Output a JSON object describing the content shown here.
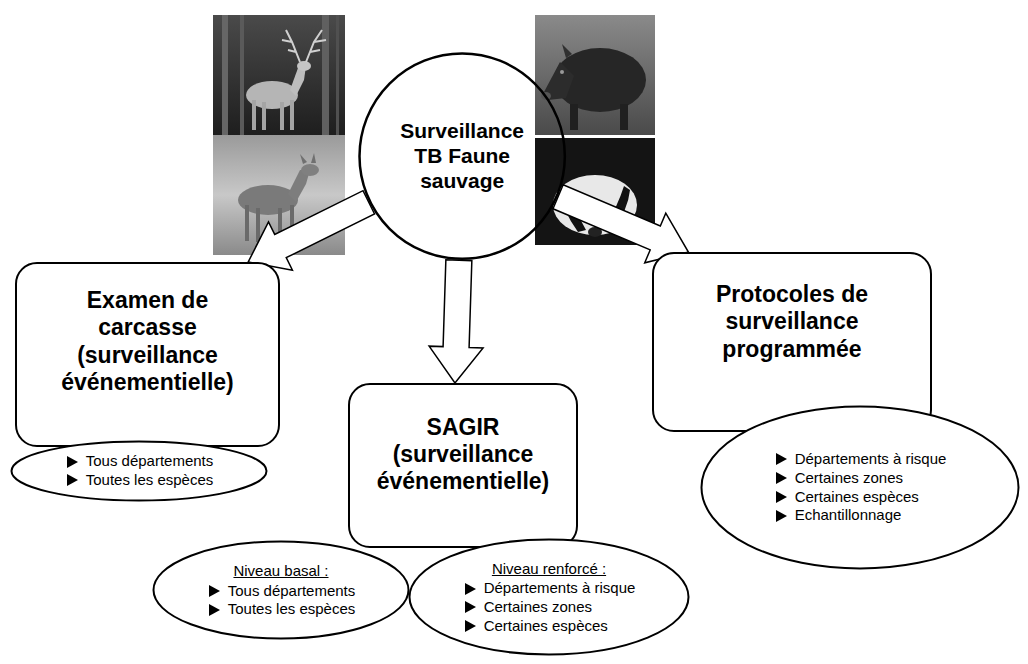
{
  "diagram": {
    "nodes": [
      {
        "text": [
          "Surveillance TB Faune sauvage"
        ]
      },
      {
        "text": [
          "Examen de carcasse (surveillance événementielle)"
        ]
      },
      {
        "text": [
          "Tous départements",
          "Toutes les espèces"
        ]
      },
      {
        "text": [
          "SAGIR (surveillance événementielle)"
        ]
      },
      {
        "text": [
          "Niveau basal :",
          "Tous départements",
          "Toutes les espèces"
        ]
      },
      {
        "text": [
          "Niveau renforcé :",
          "Départements à risque",
          "Certaines zones",
          "Certaines espèces"
        ]
      },
      {
        "text": [
          "Protocoles de surveillance programmée"
        ]
      },
      {
        "text": [
          "Départements à risque",
          "Certaines zones",
          "Certaines espèces",
          "Echantillonnage"
        ]
      }
    ],
    "edges": [
      {
        "from": 0,
        "to": 1,
        "arrow": "to"
      },
      {
        "from": 0,
        "to": 3,
        "arrow": "to"
      },
      {
        "from": 0,
        "to": 6,
        "arrow": "to"
      }
    ]
  }
}
